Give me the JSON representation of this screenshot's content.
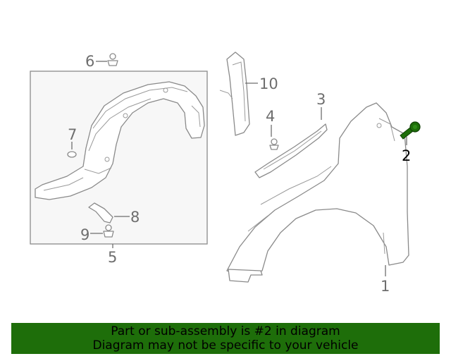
{
  "callouts": {
    "c1": "1",
    "c2": "2",
    "c3": "3",
    "c4": "4",
    "c5": "5",
    "c6": "6",
    "c7": "7",
    "c8": "8",
    "c9": "9",
    "c10": "10"
  },
  "highlight_color": "#1e6e0a",
  "banner": {
    "line1": "Part or sub-assembly is #2 in diagram",
    "line2": "Diagram may not be specific to your vehicle"
  }
}
